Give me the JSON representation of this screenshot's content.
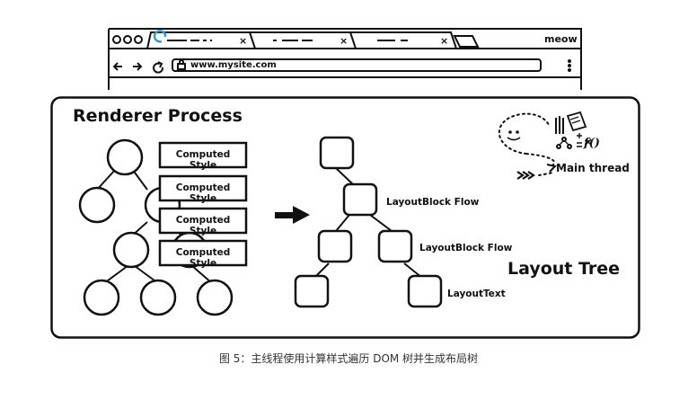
{
  "browser": {
    "url": "www.mysite.com",
    "brand": "meow"
  },
  "panel": {
    "title": "Renderer Process"
  },
  "dom_tree": {
    "computed_style_labels": [
      "Computed Style",
      "Computed Style",
      "Computed Style",
      "Computed Style"
    ]
  },
  "layout_tree": {
    "node_labels": [
      "LayoutBlock Flow",
      "LayoutBlock Flow",
      "LayoutText"
    ],
    "title": "Layout Tree"
  },
  "main_thread": {
    "label": "Main thread"
  },
  "caption": "图 5：主线程使用计算样式遍历 DOM 树并生成布局树"
}
